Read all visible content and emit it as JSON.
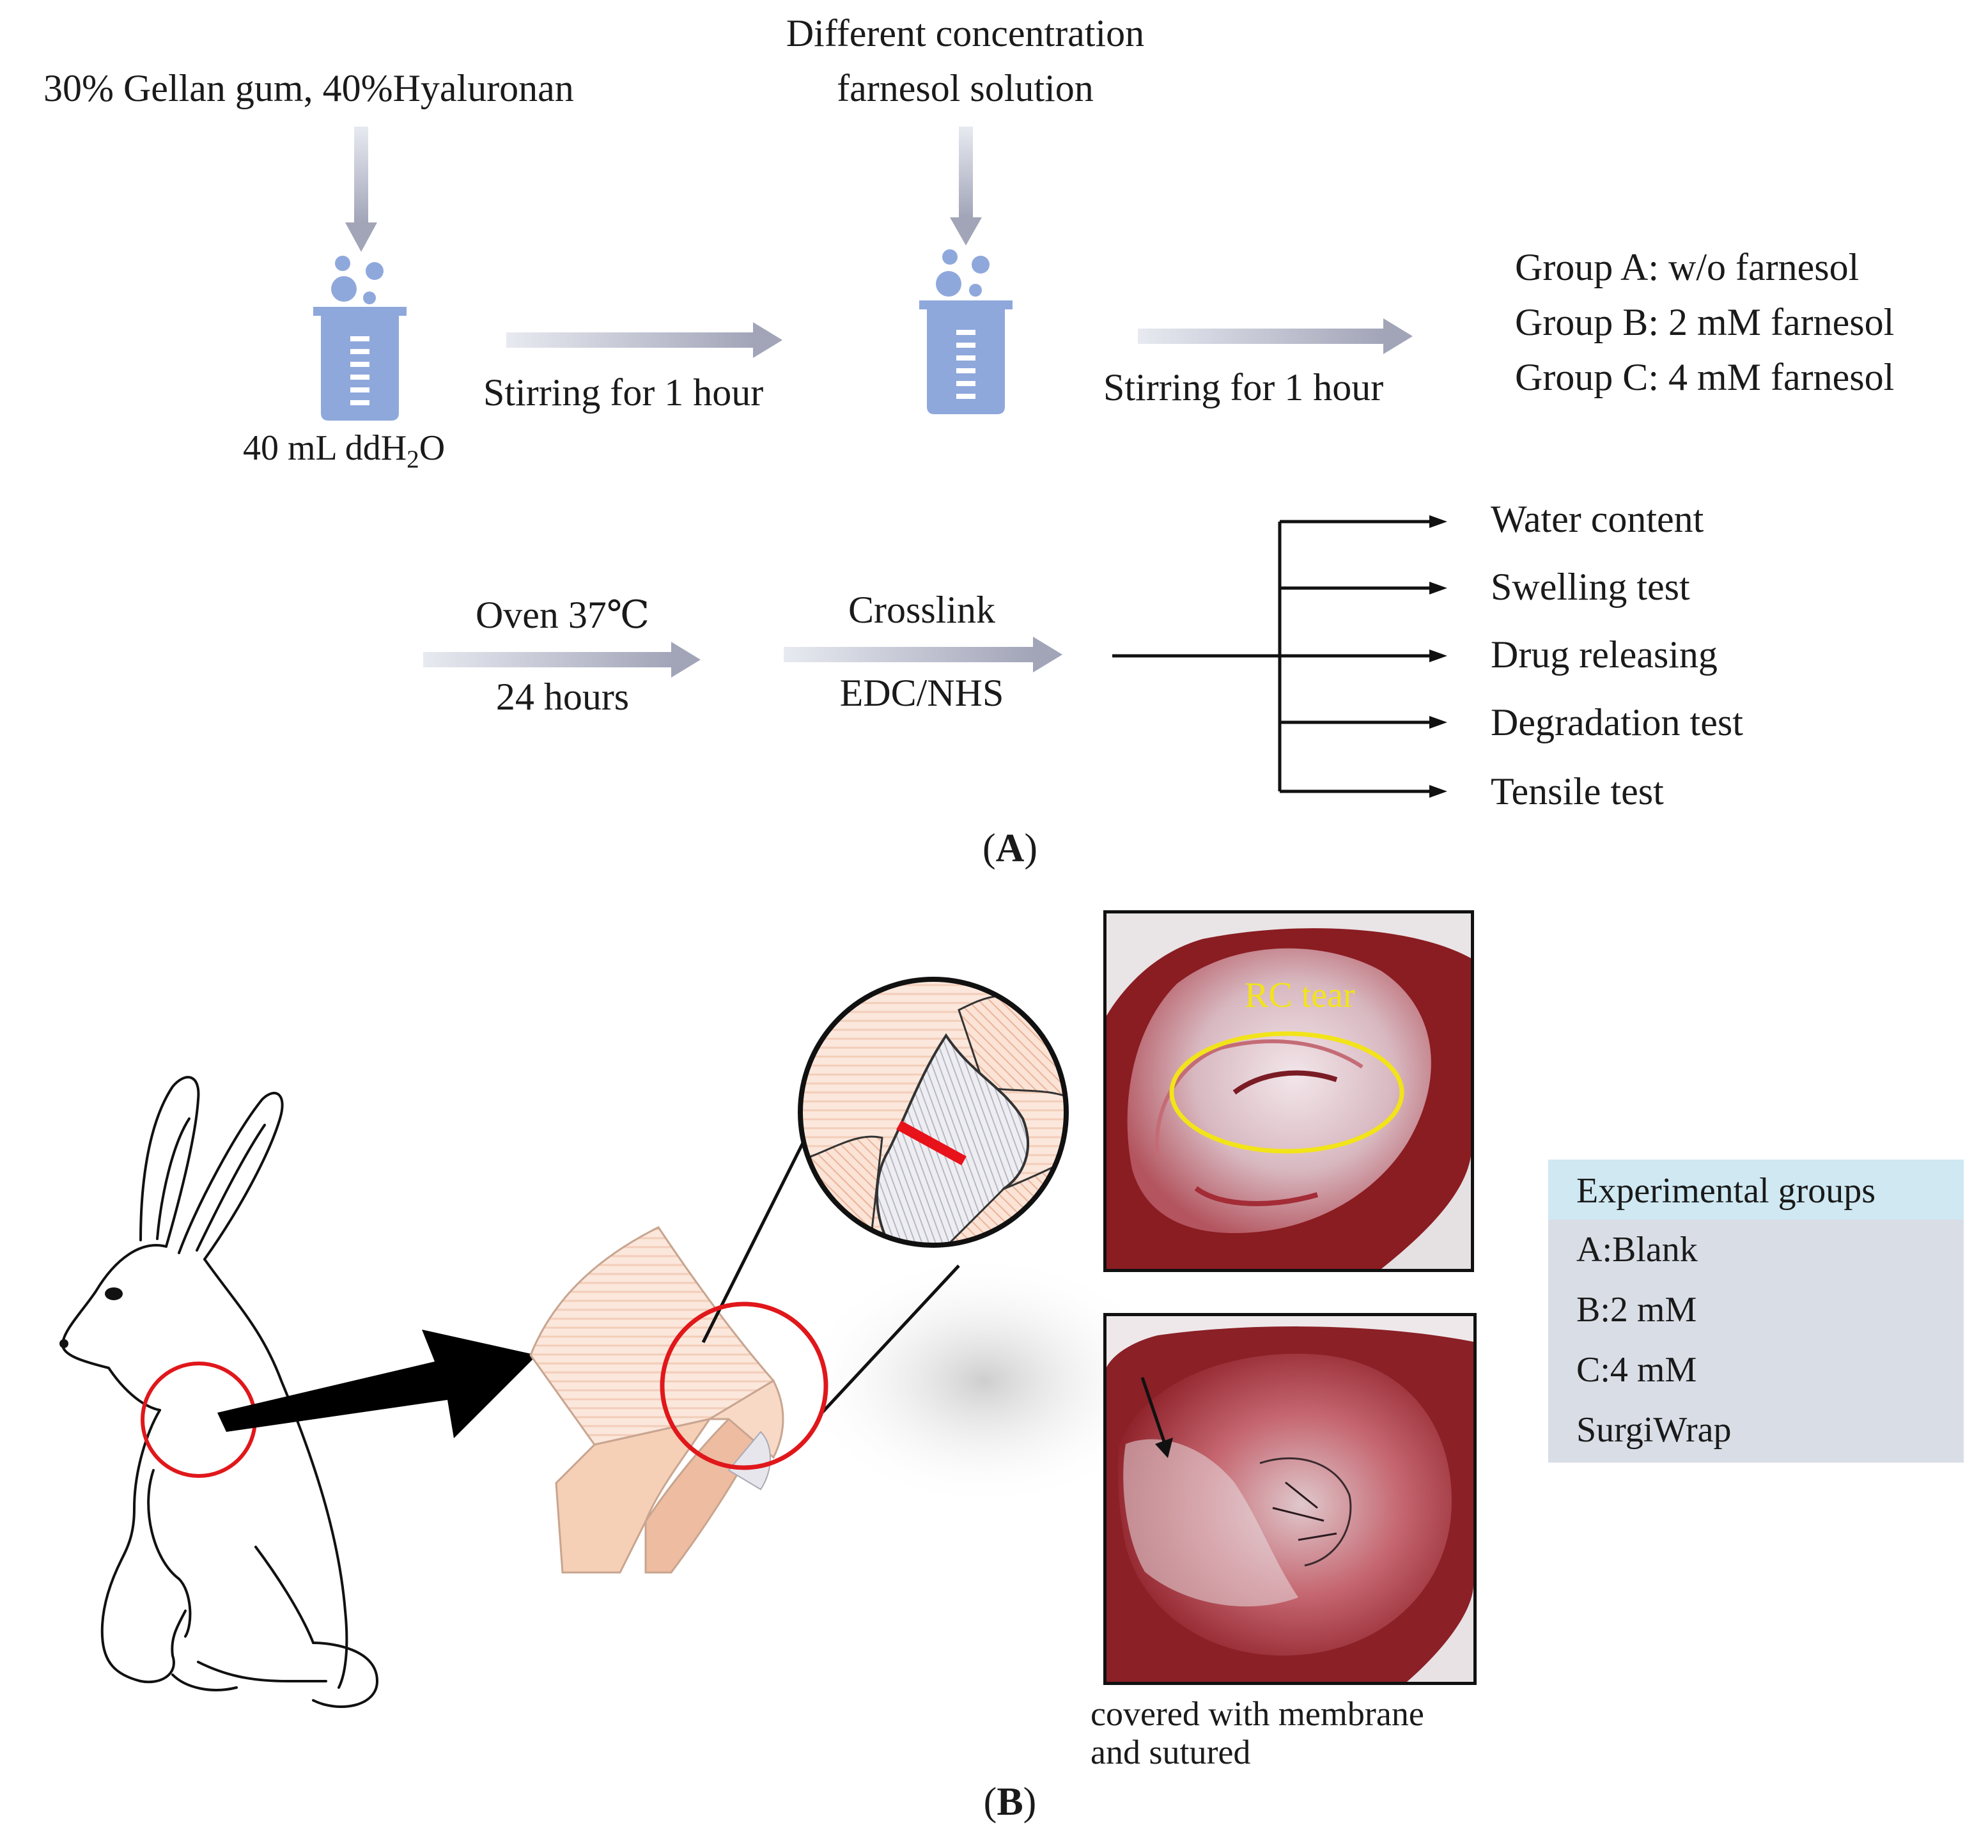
{
  "panel_a": {
    "label": "(A)",
    "label_letter": "A",
    "inputs": {
      "polymer": "30% Gellan gum, 40%Hyaluronan",
      "farnesol_line1": "Different concentration",
      "farnesol_line2": "farnesol solution"
    },
    "beaker1_caption_pre": "40 mL ddH",
    "beaker1_caption_sub": "2",
    "beaker1_caption_post": "O",
    "step1": "Stirring for 1 hour",
    "step2": "Stirring for 1 hour",
    "groups": [
      "Group A: w/o farnesol",
      "Group B: 2 mM farnesol",
      "Group C: 4 mM farnesol"
    ],
    "oven_top": "Oven 37℃",
    "oven_bottom": "24 hours",
    "crosslink_top": "Crosslink",
    "crosslink_bottom": "EDC/NHS",
    "tests": [
      "Water content",
      "Swelling test",
      "Drug releasing",
      "Degradation test",
      "Tensile test"
    ]
  },
  "panel_b": {
    "label": "(B)",
    "label_letter": "B",
    "photo1_annotation": "RC tear",
    "photo2_caption_line1": "covered with membrane",
    "photo2_caption_line2": "and sutured",
    "experimental_groups": {
      "header": "Experimental groups",
      "items": [
        "A:Blank",
        "B:2 mM",
        "C:4 mM",
        "SurgiWrap"
      ]
    }
  },
  "colors": {
    "beaker": "#8fa8dc",
    "arrow_gradient_start": "#e6e8ef",
    "arrow_gradient_end": "#a3a6b8",
    "circle": "#e0171b",
    "annotation": "#f2e419",
    "groups_header_bg": "#cfe8f2",
    "groups_body_bg": "#d9dde6"
  }
}
